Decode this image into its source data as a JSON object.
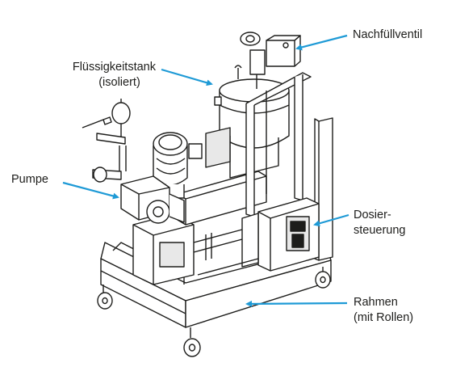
{
  "labels": {
    "refill_valve": "Nachfüllventil",
    "tank_line1": "Flüssigkeitstank",
    "tank_line2": "(isoliert)",
    "pump": "Pumpe",
    "control_line1": "Dosier-",
    "control_line2": "steuerung",
    "frame_line1": "Rahmen",
    "frame_line2": "(mit Rollen)"
  },
  "colors": {
    "arrow": "#1e9ad6",
    "line": "#1d1d1b",
    "text": "#1d1d1b",
    "machine_fill": "#ffffff",
    "shade": "#e8e8e8"
  }
}
